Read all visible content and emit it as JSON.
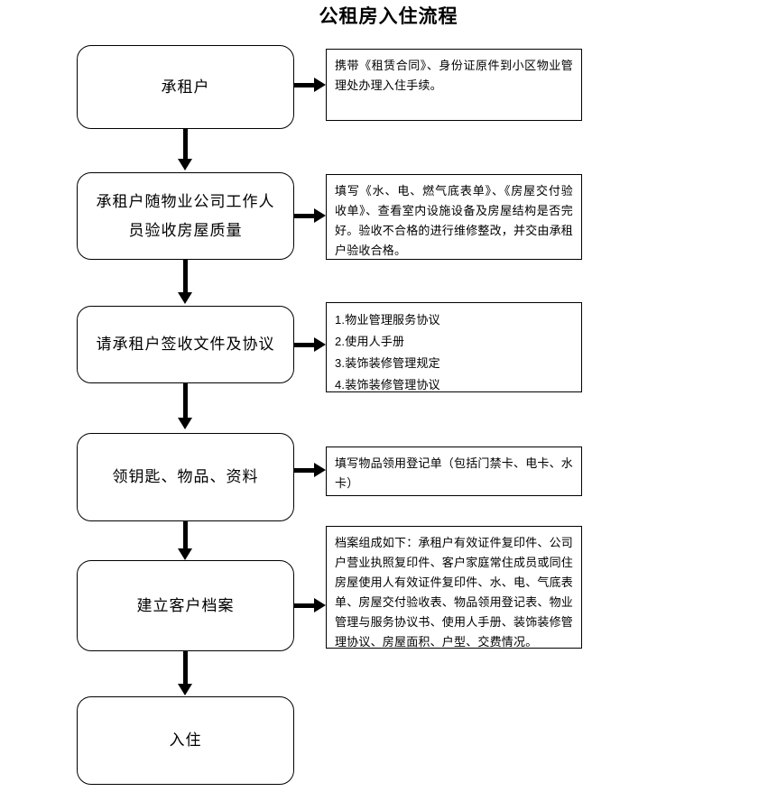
{
  "title": "公租房入住流程",
  "flow": {
    "steps": [
      {
        "id": "step-1",
        "label": "承租户",
        "note": "携带《租赁合同》、身份证原件到小区物业管理处办理入住手续。"
      },
      {
        "id": "step-2",
        "label": "承租户随物业公司工作人\n员验收房屋质量",
        "note": "填写《水、电、燃气底表单》、《房屋交付验收单》、查看室内设施设备及房屋结构是否完好。验收不合格的进行维修整改，并交由承租户验收合格。"
      },
      {
        "id": "step-3",
        "label": "请承租户签收文件及协议",
        "note": "1.物业管理服务协议\n2.使用人手册\n3.装饰装修管理规定\n4.装饰装修管理协议"
      },
      {
        "id": "step-4",
        "label": "领钥匙、物品、资料",
        "note": "填写物品领用登记单（包括门禁卡、电卡、水卡）"
      },
      {
        "id": "step-5",
        "label": "建立客户档案",
        "note": "档案组成如下：承租户有效证件复印件、公司户营业执照复印件、客户家庭常住成员或同住房屋使用人有效证件复印件、水、电、气底表单、房屋交付验收表、物品领用登记表、物业管理与服务协议书、使用人手册、装饰装修管理协议、房屋面积、户型、交费情况。"
      },
      {
        "id": "step-6",
        "label": "入住",
        "note": null
      }
    ]
  },
  "colors": {
    "stroke": "#000000",
    "fill": "#ffffff",
    "text": "#000000"
  }
}
